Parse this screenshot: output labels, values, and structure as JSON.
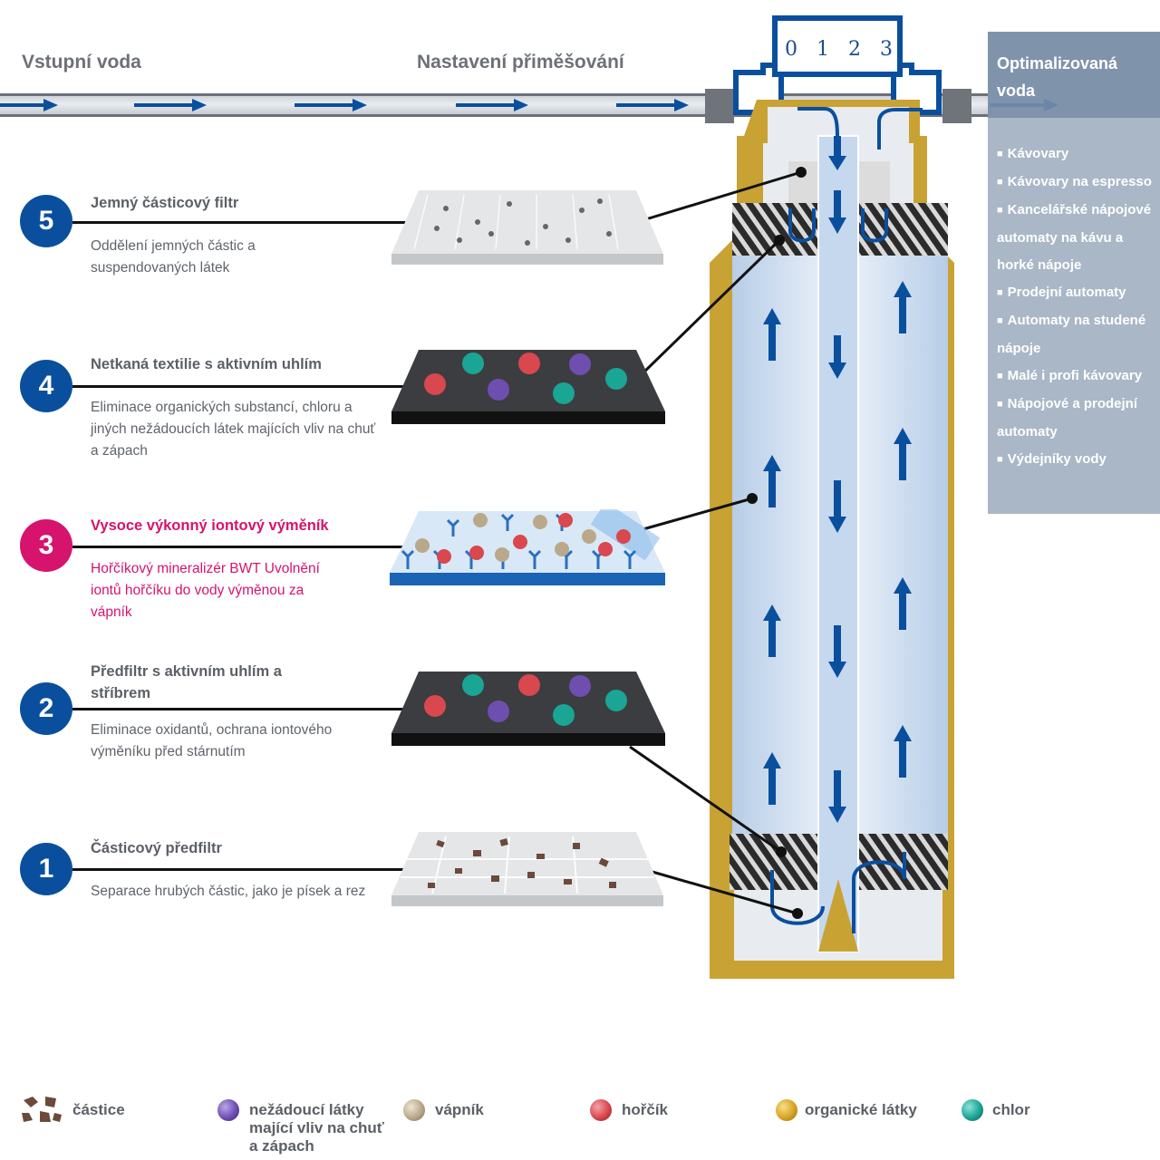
{
  "flow": {
    "inlet_label": "Vstupní voda",
    "blend_label": "Nastavení přiměšování",
    "dial_values": [
      "0",
      "1",
      "2",
      "3"
    ]
  },
  "stages": [
    {
      "number": "5",
      "title": "Jemný částicový filtr",
      "description": "Oddělení jemných částic a suspendovaných látek",
      "color": "#0a4f9e"
    },
    {
      "number": "4",
      "title": "Netkaná textilie s aktivním uhlím",
      "description": "Eliminace organických substancí, chloru a jiných nežádoucích látek majících vliv na chuť a zápach",
      "color": "#0a4f9e"
    },
    {
      "number": "3",
      "title": "Vysoce výkonný iontový výměník",
      "description": "Hořčíkový mineralizér BWT Uvolnění iontů hořčíku do vody výměnou za vápník",
      "color": "#d6136d"
    },
    {
      "number": "2",
      "title": "Předfiltr s aktivním uhlím a stříbrem",
      "description": "Eliminace oxidantů, ochrana iontového výměníku před stárnutím",
      "color": "#0a4f9e"
    },
    {
      "number": "1",
      "title": "Částicový předfiltr",
      "description": "Separace hrubých částic, jako je písek a rez",
      "color": "#0a4f9e"
    }
  ],
  "output": {
    "title": "Optimalizovaná voda",
    "applications": [
      "Kávovary",
      "Kávovary na espresso",
      "Kancelářské nápojové automaty na kávu a horké nápoje",
      "Prodejní automaty",
      "Automaty na studené nápoje",
      "Malé i profi kávovary",
      "Nápojové a prodejní automaty",
      "Výdejníky vody"
    ]
  },
  "legend": [
    {
      "label": "částice",
      "icon": "particle-icon",
      "color": "#6b4a3a"
    },
    {
      "label": "nežádoucí látky mající vliv na chuť a zápach",
      "icon": "purple-ball-icon",
      "color": "#6e4fb0"
    },
    {
      "label": "vápník",
      "icon": "beige-ball-icon",
      "color": "#b9a98a"
    },
    {
      "label": "hořčík",
      "icon": "red-ball-icon",
      "color": "#d9474f"
    },
    {
      "label": "organické látky",
      "icon": "gold-ball-icon",
      "color": "#d8a423"
    },
    {
      "label": "chlor",
      "icon": "teal-ball-icon",
      "color": "#1aa595"
    }
  ],
  "colors": {
    "brand_blue": "#0a4f9e",
    "accent_pink": "#d6136d",
    "housing_gold": "#c9a234",
    "panel_blue": "#a9b7c7"
  }
}
